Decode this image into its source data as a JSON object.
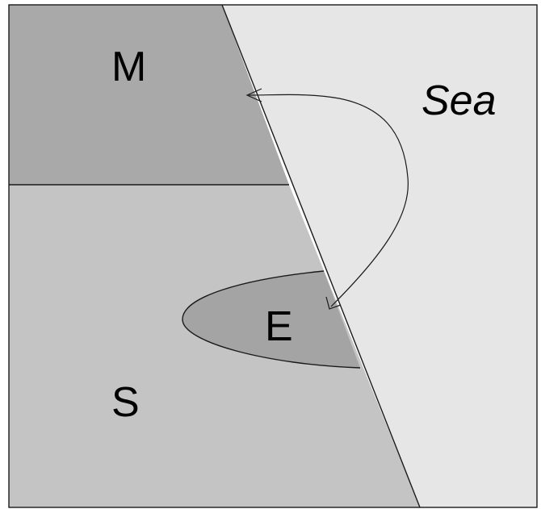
{
  "labels": {
    "M": "M",
    "S": "S",
    "E": "E",
    "sea": "Sea"
  },
  "colors": {
    "sea": "#e6e6e6",
    "M": "#a9a9a9",
    "S": "#c4c4c4",
    "E": "#a4a4a4",
    "line": "#1a1a1a",
    "text": "#000000"
  }
}
